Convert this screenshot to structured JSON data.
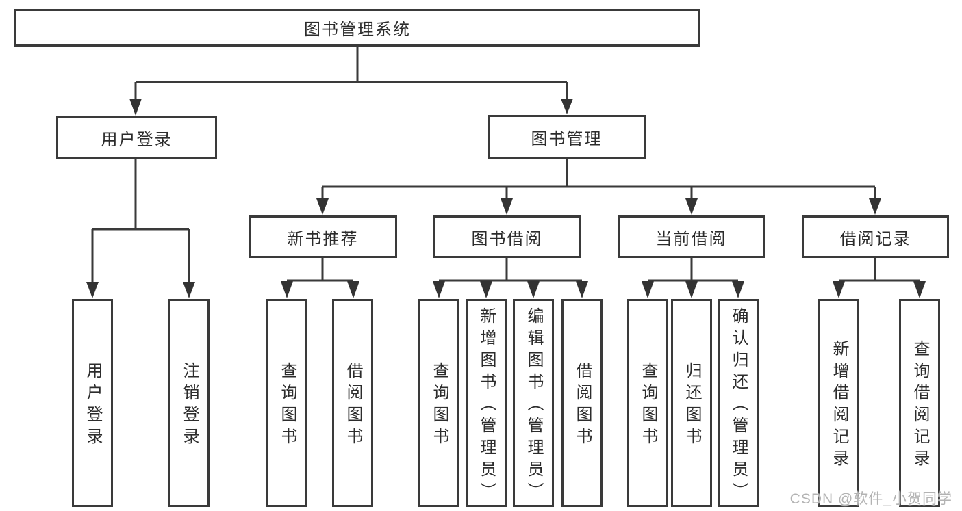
{
  "tree": {
    "label": "图书管理系统",
    "children": [
      {
        "label": "用户登录",
        "children": [
          {
            "label": "用户登录"
          },
          {
            "label": "注销登录"
          }
        ]
      },
      {
        "label": "图书管理",
        "children": [
          {
            "label": "新书推荐",
            "children": [
              {
                "label": "查询图书"
              },
              {
                "label": "借阅图书"
              }
            ]
          },
          {
            "label": "图书借阅",
            "children": [
              {
                "label": "查询图书"
              },
              {
                "label": "新增图书（管理员）"
              },
              {
                "label": "编辑图书（管理员）"
              },
              {
                "label": "借阅图书"
              }
            ]
          },
          {
            "label": "当前借阅",
            "children": [
              {
                "label": "查询图书"
              },
              {
                "label": "归还图书"
              },
              {
                "label": "确认归还（管理员）"
              }
            ]
          },
          {
            "label": "借阅记录",
            "children": [
              {
                "label": "新增借阅记录"
              },
              {
                "label": "查询借阅记录"
              }
            ]
          }
        ]
      }
    ]
  },
  "watermark": {
    "text": "CSDN @软件_小贺同学"
  },
  "colors": {
    "line": "#3a3a3a",
    "text": "#2c2c2c",
    "watermark": "#b3b3b3",
    "background": "#ffffff"
  }
}
